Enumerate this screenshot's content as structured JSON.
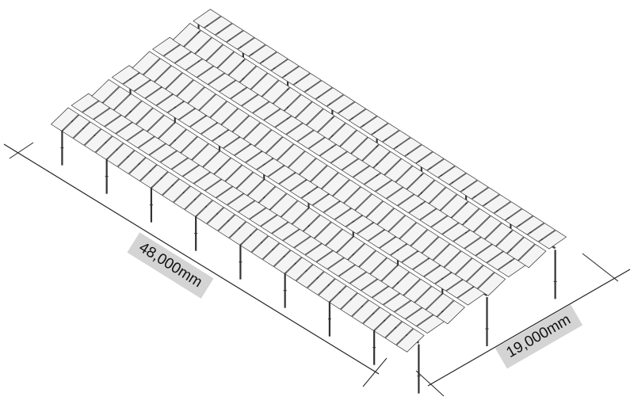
{
  "diagram": {
    "dimensions": {
      "length_label": "48,000mm",
      "width_label": "19,000mm"
    },
    "structure": {
      "bays_along_length": 8,
      "panel_rows_across_width": 4,
      "panel_color": "#f4f4f4",
      "line_color": "#333333"
    }
  }
}
